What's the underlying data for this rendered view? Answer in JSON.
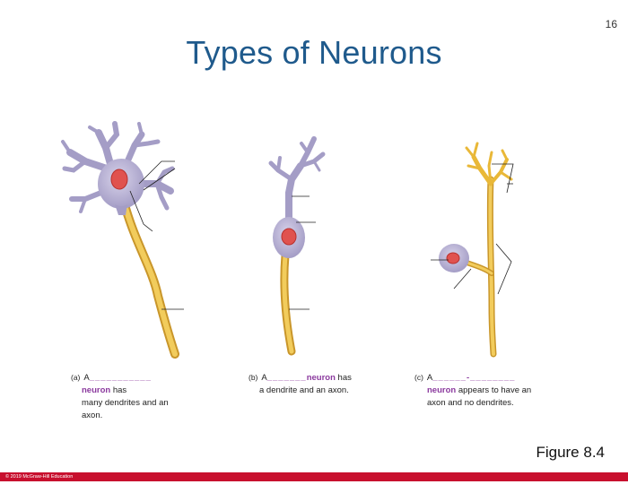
{
  "page_number": "16",
  "title": "Types of Neurons",
  "captions": {
    "a": {
      "tag": "(a)",
      "article": "A",
      "blank": "___________",
      "term": "neuron",
      "rest_line1": " has",
      "rest_line2": "many dendrites and an",
      "rest_line3": "axon."
    },
    "b": {
      "tag": "(b)",
      "article": "A",
      "blank": "_______",
      "term": "neuron",
      "rest_line1": " has",
      "rest_line2": "a dendrite and an axon."
    },
    "c": {
      "tag": "(c)",
      "article": "A",
      "blank": "______-________",
      "term": "neuron",
      "rest_line1": " appears to have an",
      "rest_line2": "axon and no dendrites."
    }
  },
  "figure_label": "Figure 8.4",
  "footer": "© 2019 McGraw-Hill Education",
  "colors": {
    "title": "#1f5a8c",
    "cell_body": "#b5b0d3",
    "nucleus": "#e0524f",
    "axon": "#eec04a",
    "blank_text": "#8b3a9e",
    "footer_bar": "#c8102e"
  }
}
